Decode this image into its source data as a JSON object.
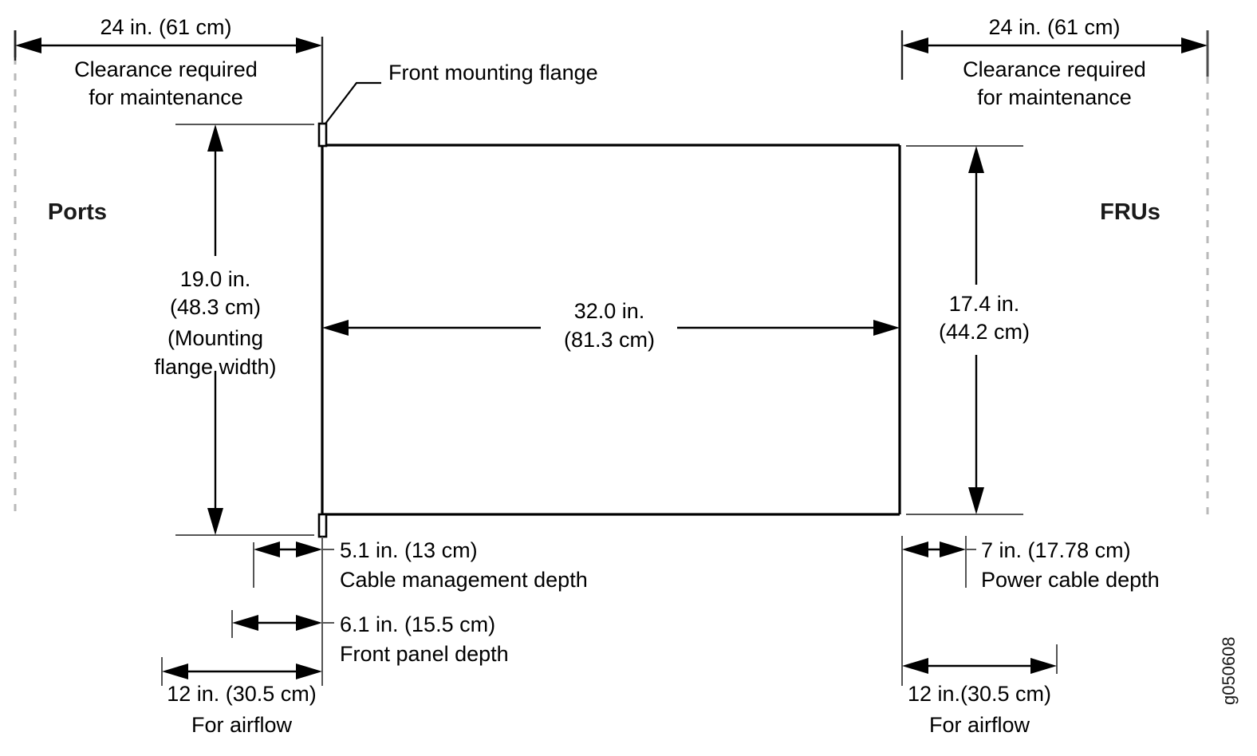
{
  "figure": {
    "id_label": "g050608",
    "title": "Chassis clearance and dimension diagram"
  },
  "regions": {
    "left_label": "Ports",
    "right_label": "FRUs"
  },
  "callouts": {
    "front_mounting_flange": "Front mounting flange"
  },
  "dimensions": {
    "top_left_clearance": {
      "value": "24 in. (61 cm)",
      "line1": "Clearance required",
      "line2": "for maintenance"
    },
    "top_right_clearance": {
      "value": "24 in. (61 cm)",
      "line1": "Clearance required",
      "line2": "for maintenance"
    },
    "left_height": {
      "line1": "19.0 in.",
      "line2": "(48.3 cm)",
      "line3": "(Mounting",
      "line4": "flange width)"
    },
    "center_width": {
      "line1": "32.0 in.",
      "line2": "(81.3 cm)"
    },
    "right_height": {
      "line1": "17.4 in.",
      "line2": "(44.2 cm)"
    },
    "cable_management": {
      "value": "5.1 in.  (13 cm)",
      "label": "Cable management depth"
    },
    "front_panel": {
      "value": "6.1 in. (15.5 cm)",
      "label": "Front panel depth"
    },
    "left_airflow": {
      "value": "12 in. (30.5 cm)",
      "label": "For airflow"
    },
    "power_cable": {
      "value": "7 in. (17.78 cm)",
      "label": "Power cable depth"
    },
    "right_airflow": {
      "value": "12 in.(30.5 cm)",
      "label": "For airflow"
    }
  },
  "colors": {
    "line": "#000000",
    "boundary_dashed": "#b9b9b9",
    "extension": "#555555",
    "text": "#000000",
    "background": "#ffffff"
  }
}
